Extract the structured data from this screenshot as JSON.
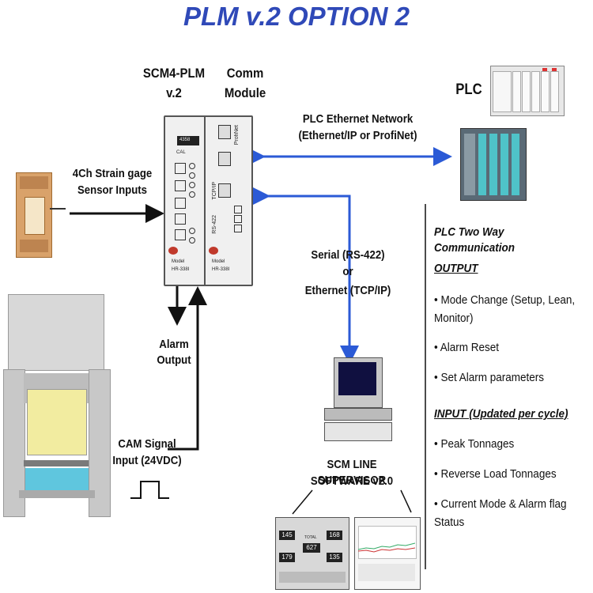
{
  "title": "PLM v.2 OPTION 2",
  "labels": {
    "scm4_plm": "SCM4-PLM",
    "scm4_plm_v": "v.2",
    "comm": "Comm",
    "module": "Module",
    "plc": "PLC",
    "plc_network_1": "PLC Ethernet Network",
    "plc_network_2": "(Ethernet/IP or ProfiNet)",
    "sensor_1": "4Ch Strain gage",
    "sensor_2": "Sensor Inputs",
    "serial_1": "Serial (RS-422)",
    "serial_2": "or",
    "serial_3": "Ethernet (TCP/IP)",
    "alarm_1": "Alarm",
    "alarm_2": "Output",
    "cam_1": "CAM Signal",
    "cam_2": "Input (24VDC)",
    "software_1": "SCM LINE SUPERVISOR",
    "software_2": "SOFTWARE v2.0"
  },
  "module_text": {
    "display": "4358",
    "cal": "CAL",
    "model_1": "Model",
    "model_1_no": "HR-338I",
    "model_2": "Model",
    "model_2_no": "HR-338I",
    "profinet": "ProfiNet",
    "tcpip": "TCP/IP",
    "rs422": "RS-422"
  },
  "panel": {
    "heading": "PLC Two Way Communication",
    "output_heading": "OUTPUT",
    "output_items": [
      "• Mode Change (Setup, Lean,",
      "Monitor)",
      "• Alarm Reset",
      "• Set Alarm parameters"
    ],
    "input_heading": "INPUT (Updated per cycle)",
    "input_items": [
      "• Peak Tonnages",
      "• Reverse Load Tonnages",
      "• Current Mode & Alarm flag",
      "Status"
    ]
  },
  "screen": {
    "values": [
      "145",
      "168",
      "627",
      "179",
      "135"
    ],
    "total": "TOTAL"
  },
  "colors": {
    "title": "#2f49b8",
    "arrow_blue": "#2b5ad6",
    "plc_green": "#4fc3c9",
    "module_bg": "#f0f0f0",
    "press_gray": "#d2d2d2"
  }
}
